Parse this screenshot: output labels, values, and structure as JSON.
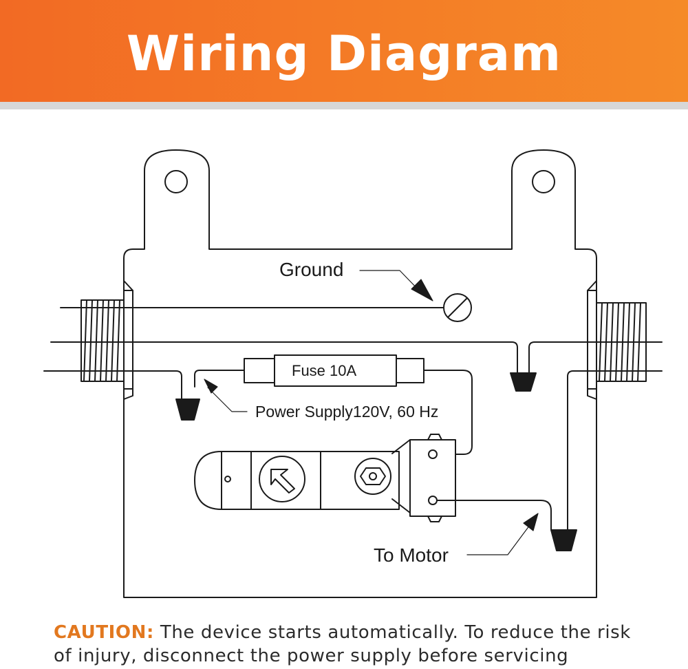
{
  "header": {
    "title": "Wiring Diagram"
  },
  "labels": {
    "ground": "Ground",
    "fuse": "Fuse 10A",
    "power_supply": "Power Supply120V, 60 Hz",
    "to_motor": "To Motor"
  },
  "caution": {
    "word": "CAUTION:",
    "line1": "The device starts automatically. To reduce the risk",
    "line2": "of injury, disconnect the power supply before servicing"
  },
  "colors": {
    "header_orange": "#f47b26",
    "caution_orange": "#e2781f",
    "line": "#1a1a1a"
  }
}
